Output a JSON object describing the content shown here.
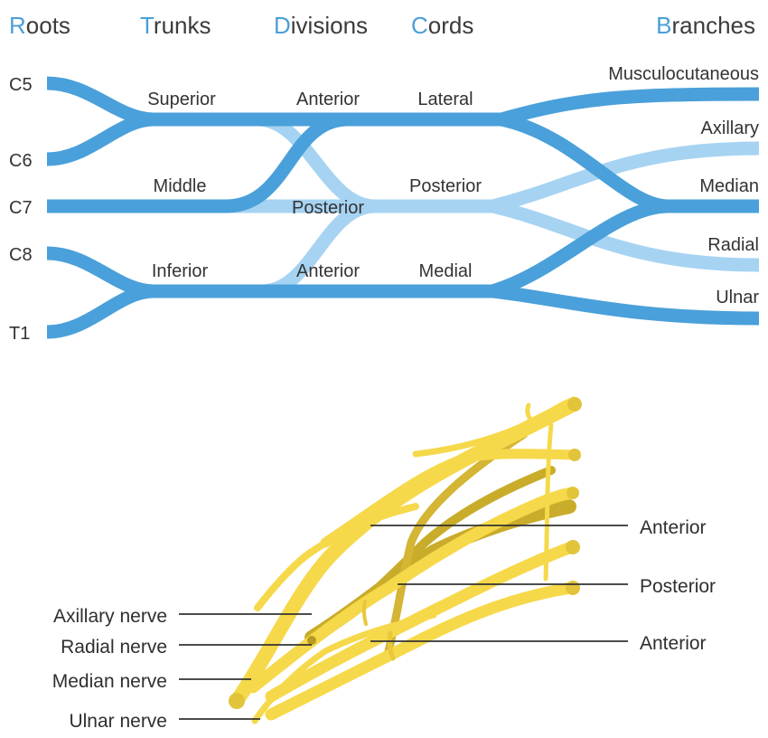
{
  "headers": [
    {
      "initial": "R",
      "rest": "oots"
    },
    {
      "initial": "T",
      "rest": "runks"
    },
    {
      "initial": "D",
      "rest": "ivisions"
    },
    {
      "initial": "C",
      "rest": "ords"
    },
    {
      "initial": "B",
      "rest": "ranches"
    }
  ],
  "roots": [
    "C5",
    "C6",
    "C7",
    "C8",
    "T1"
  ],
  "trunks": {
    "superior": "Superior",
    "middle": "Middle",
    "inferior": "Inferior"
  },
  "divisions": {
    "anterior_upper": "Anterior",
    "posterior": "Posterior",
    "anterior_lower": "Anterior"
  },
  "cords": {
    "lateral": "Lateral",
    "posterior": "Posterior",
    "medial": "Medial"
  },
  "branches": [
    "Musculocutaneous",
    "Axillary",
    "Median",
    "Radial",
    "Ulnar"
  ],
  "illustration": {
    "left_labels": [
      "Axillary nerve",
      "Radial nerve",
      "Median nerve",
      "Ulnar nerve"
    ],
    "right_labels": [
      "Anterior",
      "Posterior",
      "Anterior"
    ]
  },
  "colors": {
    "dark_blue": "#4aa0da",
    "light_blue": "#a6d3f2",
    "header_initial": "#4a9fd8",
    "nerve_yellow": "#f6d94a",
    "nerve_shade": "#c9ac2a"
  }
}
